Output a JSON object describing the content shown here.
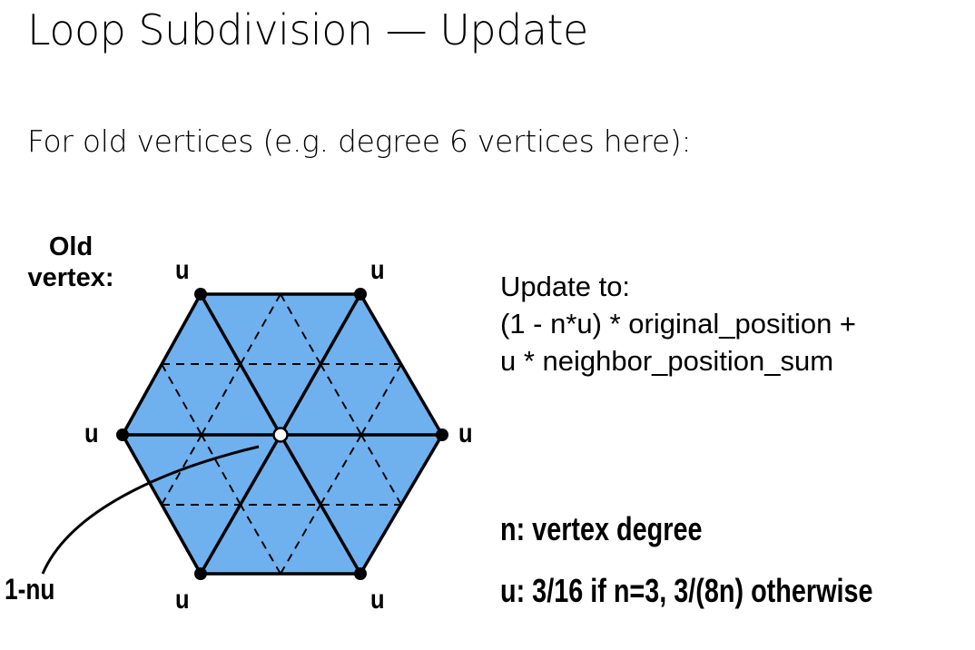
{
  "slide": {
    "title": "Loop Subdivision — Update",
    "subtitle": "For old vertices (e.g. degree 6 vertices here):"
  },
  "diagram": {
    "old_vertex_label_line1": "Old",
    "old_vertex_label_line2": "vertex:",
    "neighbor_labels": [
      "u",
      "u",
      "u",
      "u",
      "u",
      "u"
    ],
    "center_label": "1-nu",
    "fill_color": "#6fb1ef",
    "edge_color": "#000000",
    "center_vertex_color": "#ffffff",
    "degree": 6
  },
  "update_rule": {
    "heading": "Update to:",
    "line1": "(1 - n*u) * original_position +",
    "line2": "u * neighbor_position_sum"
  },
  "definitions": {
    "n": "n: vertex degree",
    "u": "u: 3/16 if n=3, 3/(8n) otherwise"
  }
}
